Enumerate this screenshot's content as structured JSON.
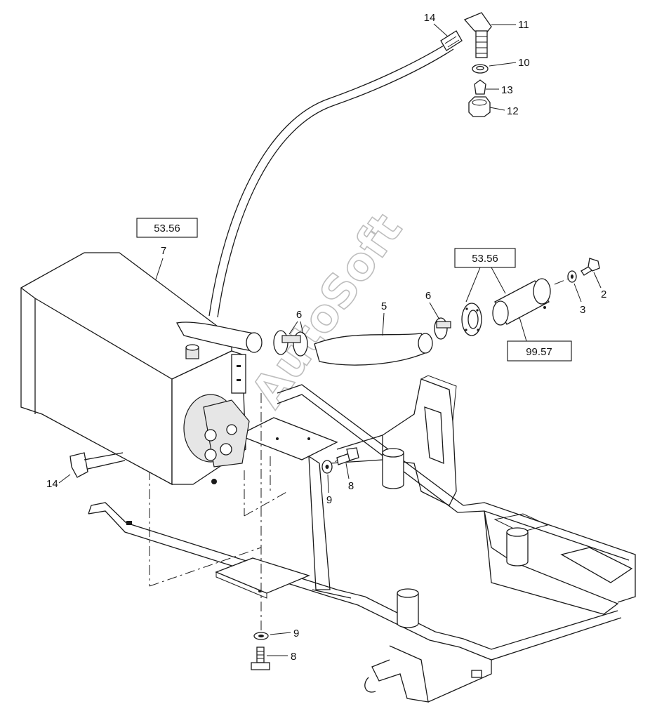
{
  "watermark": "AutoSoft",
  "references": {
    "ref_tank": "53.56",
    "ref_flange": "53.56",
    "ref_pipe": "99.57"
  },
  "callouts": {
    "c14_top": "14",
    "c11": "11",
    "c10": "10",
    "c13": "13",
    "c12": "12",
    "c7": "7",
    "c6_left": "6",
    "c5": "5",
    "c6_right": "6",
    "c2": "2",
    "c3": "3",
    "c14_bottom": "14",
    "c9_mid": "9",
    "c8_mid": "8",
    "c9_bottom": "9",
    "c8_bottom": "8"
  }
}
